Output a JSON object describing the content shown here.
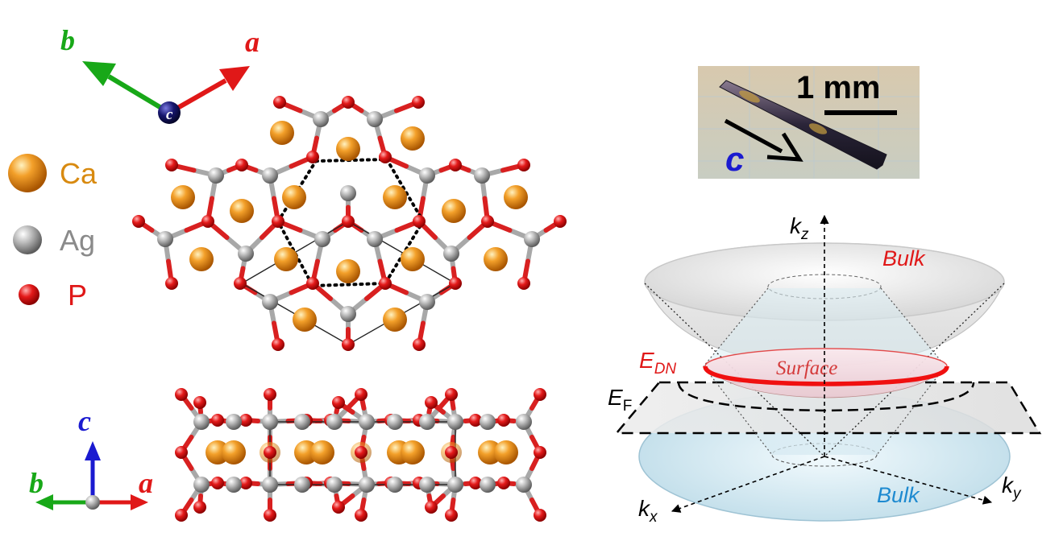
{
  "axes_top": {
    "b": "b",
    "a": "a",
    "c": "c"
  },
  "axes_bottom": {
    "c": "c",
    "b": "b",
    "a": "a"
  },
  "legend": [
    {
      "label": "Ca",
      "color": "#e08a1a"
    },
    {
      "label": "Ag",
      "color": "#9a9a9a"
    },
    {
      "label": "P",
      "color": "#e01818"
    }
  ],
  "photo": {
    "scale": "1 mm",
    "axis": "c"
  },
  "cone": {
    "kz": "k",
    "kz_sub": "z",
    "kx": "k",
    "kx_sub": "x",
    "ky": "k",
    "ky_sub": "y",
    "bulk_top": "Bulk",
    "bulk_bottom": "Bulk",
    "surface": "Surface",
    "edn": "E",
    "edn_sub": "DN",
    "ef": "E",
    "ef_sub": "F"
  },
  "colors": {
    "ca": "#e08a1a",
    "ag": "#9a9a9a",
    "p": "#e01818",
    "axis_a": "#e01818",
    "axis_b": "#18a818",
    "axis_c": "#1a1ad0",
    "bulk_top": "#e01818",
    "bulk_bottom": "#1e8ad0"
  }
}
